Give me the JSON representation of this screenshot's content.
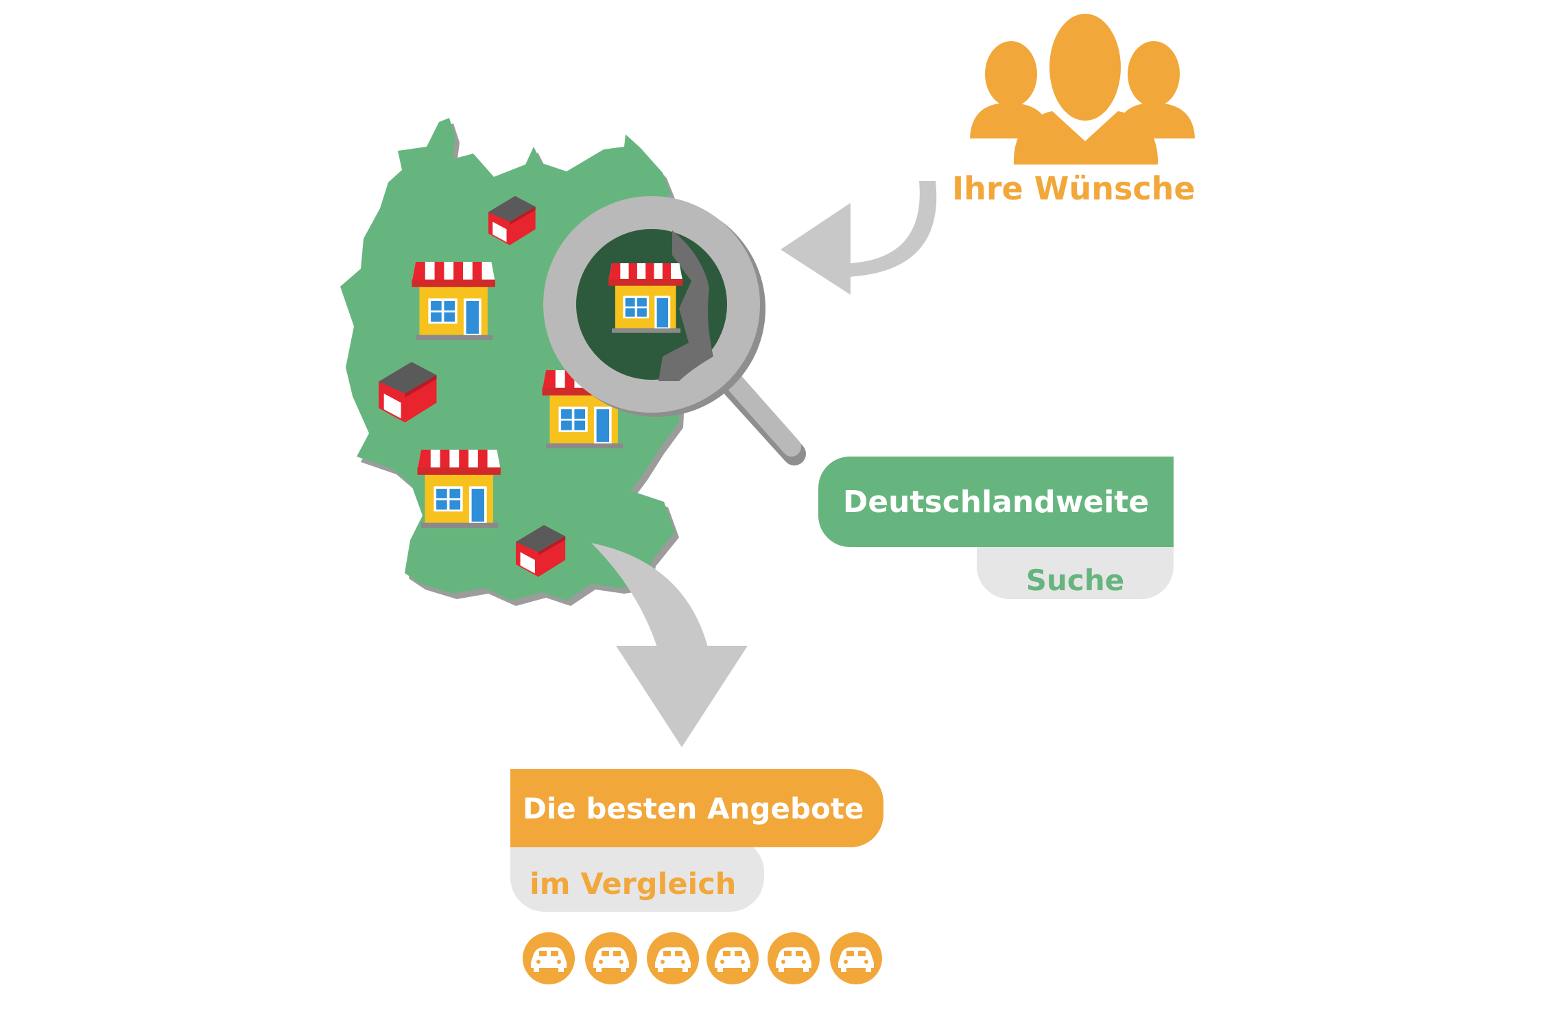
{
  "wishes": {
    "label": "Ihre Wünsche"
  },
  "search": {
    "line1": "Deutschlandweite",
    "line2": "Suche"
  },
  "offers": {
    "line1": "Die besten Angebote",
    "line2": "im Vergleich"
  },
  "car_badges": [
    {
      "icon": "car-icon"
    },
    {
      "icon": "car-icon"
    },
    {
      "icon": "car-icon"
    },
    {
      "icon": "car-icon"
    },
    {
      "icon": "car-icon"
    },
    {
      "icon": "car-icon"
    }
  ],
  "colors": {
    "orange": "#F2A73B",
    "green": "#67B57E",
    "light_gray": "#E6E6E6",
    "arrow_gray": "#C8C8C8",
    "shop_red": "#E8242F",
    "shop_yellow": "#F7C21D",
    "window_blue": "#2E8FD8"
  }
}
